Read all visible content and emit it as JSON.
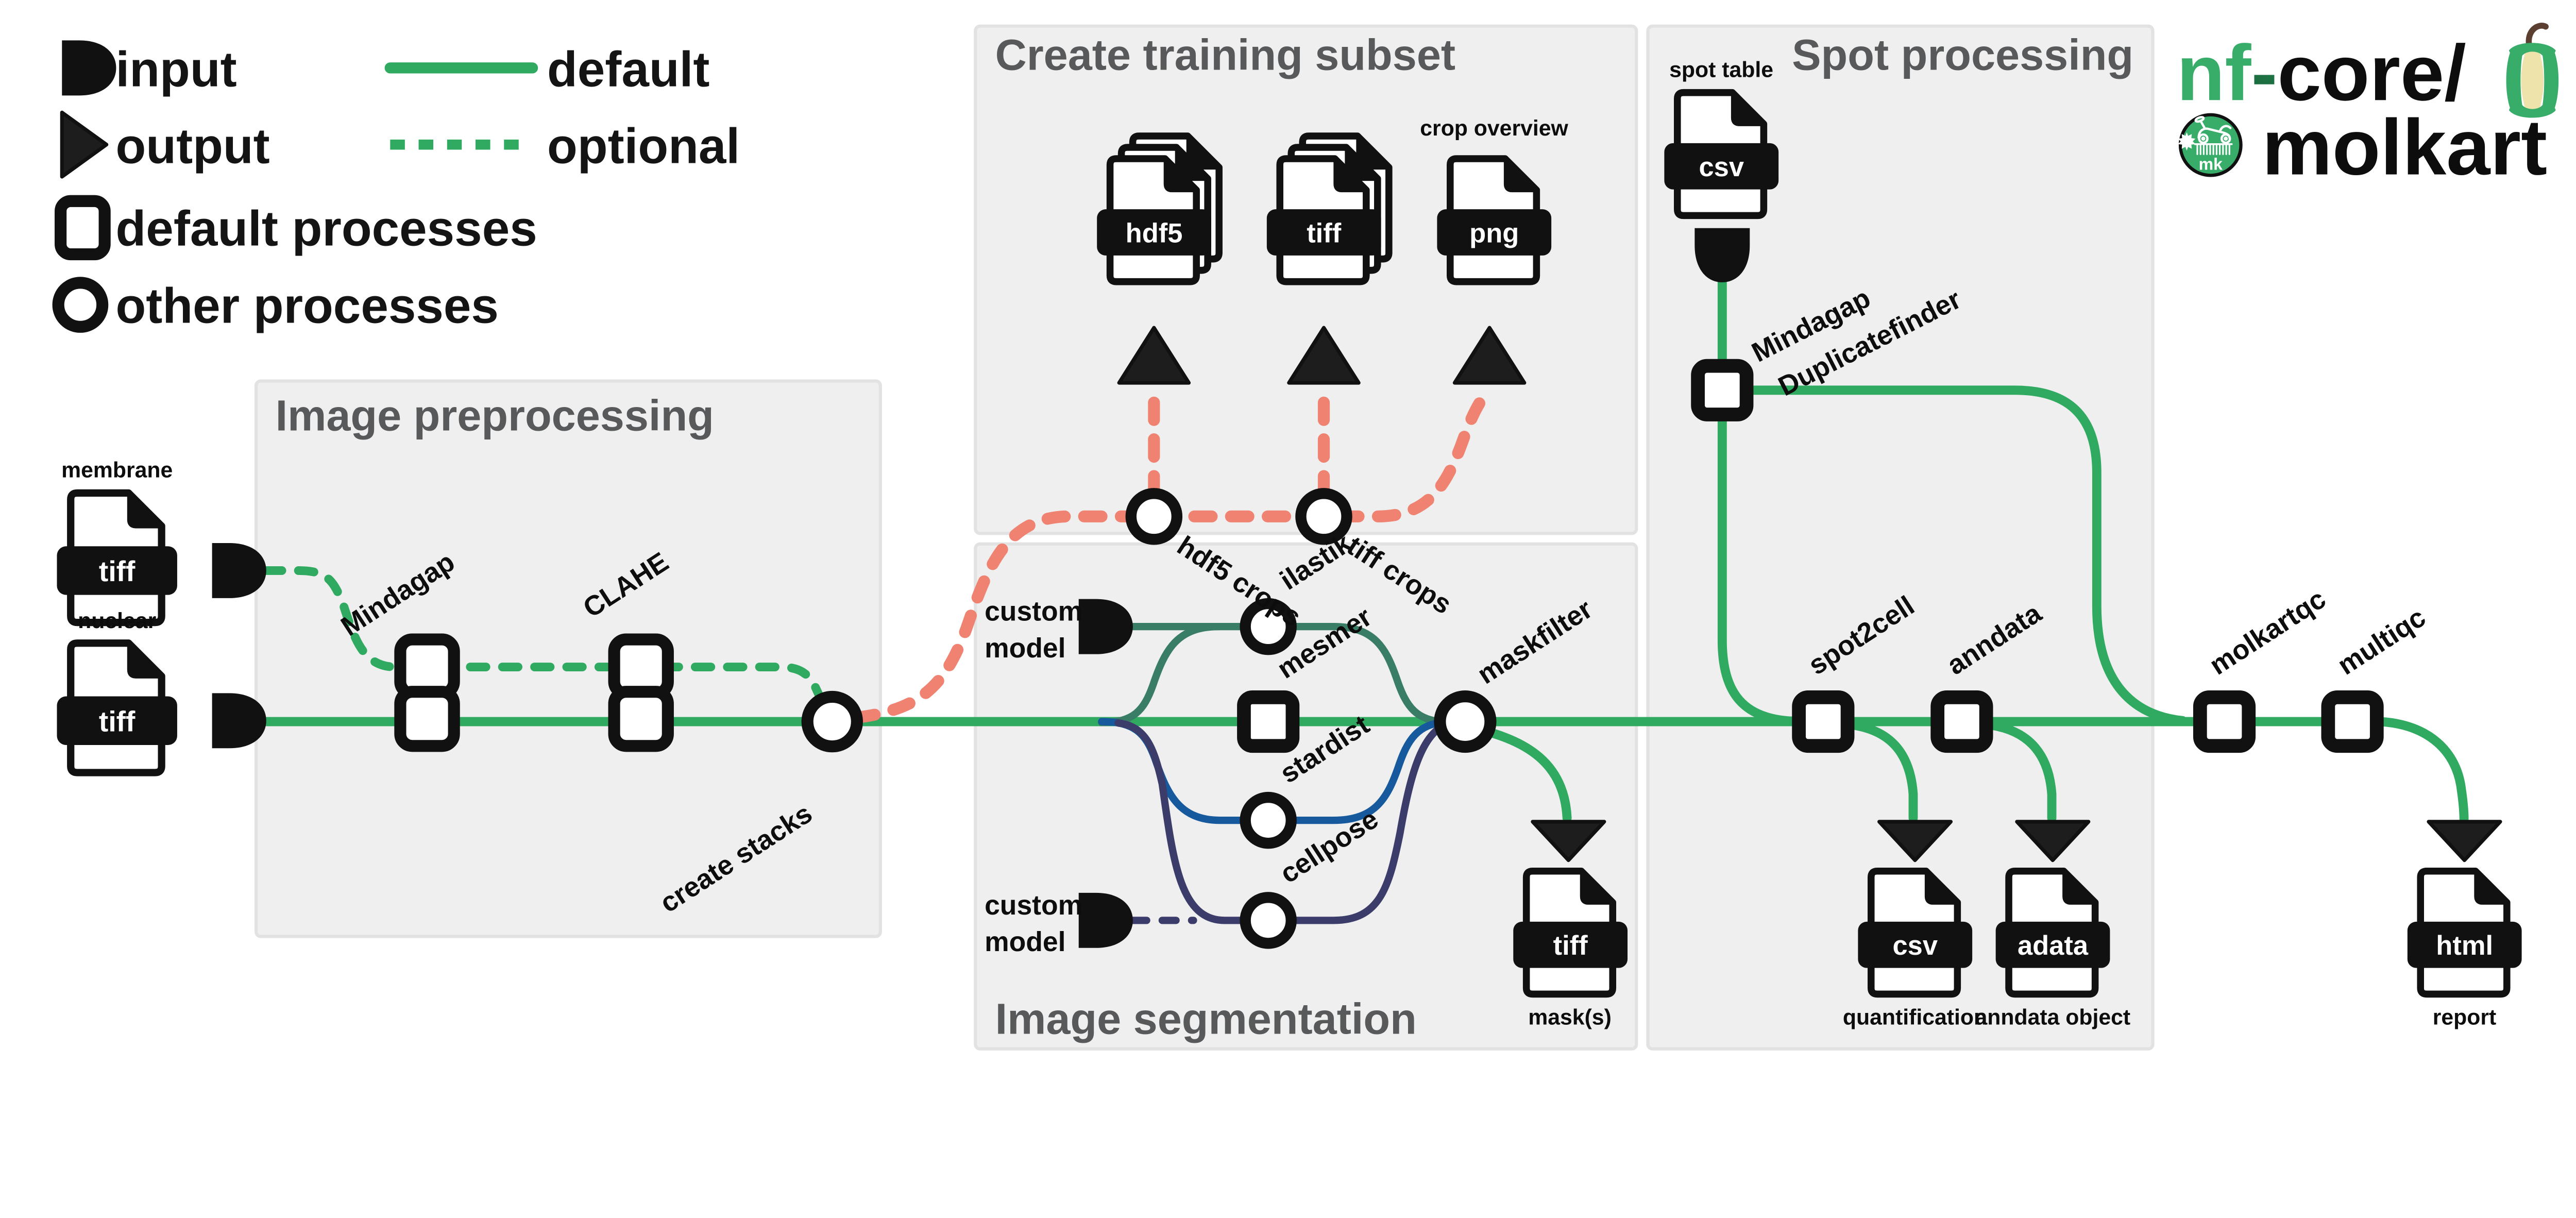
{
  "logo": {
    "nf": "nf",
    "hyphen": "-",
    "core": "core/",
    "molkart": "molkart",
    "badge": "mk",
    "apple_icon": "apple-core-icon",
    "badge_icon": "go-kart-icon"
  },
  "legend": {
    "input": "input",
    "output": "output",
    "default_processes": "default processes",
    "other_processes": "other processes",
    "default_line": "default",
    "optional_line": "optional"
  },
  "boxes": {
    "preprocessing": "Image preprocessing",
    "training": "Create training subset",
    "segmentation": "Image segmentation",
    "spot": "Spot processing"
  },
  "processes": {
    "mindagap": "Mindagap",
    "clahe": "CLAHE",
    "create_stacks": "create stacks",
    "hdf5_crops": "hdf5 crops",
    "tiff_crops": "tiff crops",
    "ilastik": "ilastik",
    "mesmer": "mesmer",
    "stardist": "stardist",
    "cellpose": "cellpose",
    "maskfilter": "maskfilter",
    "mindagap_dup_line1": "Mindagap",
    "mindagap_dup_line2": "Duplicatefinder",
    "spot2cell": "spot2cell",
    "anndata": "anndata",
    "molkartqc": "molkartqc",
    "multiqc": "multiqc"
  },
  "inputs": {
    "custom_model_top_line1": "custom",
    "custom_model_top_line2": "model",
    "custom_model_bottom_line1": "custom",
    "custom_model_bottom_line2": "model"
  },
  "files": {
    "membrane": {
      "label": "membrane",
      "ext": "tiff"
    },
    "nuclear": {
      "label": "nuclear",
      "ext": "tiff"
    },
    "hdf5_crops_file": {
      "ext": "hdf5"
    },
    "tiff_crops_file": {
      "ext": "tiff"
    },
    "crop_overview": {
      "label": "crop overview",
      "ext": "png"
    },
    "spot_table": {
      "label": "spot table",
      "ext": "csv"
    },
    "masks": {
      "label": "mask(s)",
      "ext": "tiff"
    },
    "quantification": {
      "label": "quantification",
      "ext": "csv"
    },
    "anndata_object": {
      "label": "anndata object",
      "ext": "adata"
    },
    "report": {
      "label": "report",
      "ext": "html"
    }
  },
  "colors": {
    "green": "#2FAA60",
    "green_dark": "#0e4d2c",
    "salmon": "#EF8270",
    "teal": "#3A7D66",
    "blue": "#165A9D",
    "navy": "#3C3C6A",
    "box_fill": "#efefef",
    "box_border": "#e2e2e2",
    "title_gray": "#58595b",
    "black": "#111111",
    "logo_green": "#38AD6A",
    "apple_cream": "#EFE3AC",
    "stem_brown": "#5b4032"
  }
}
